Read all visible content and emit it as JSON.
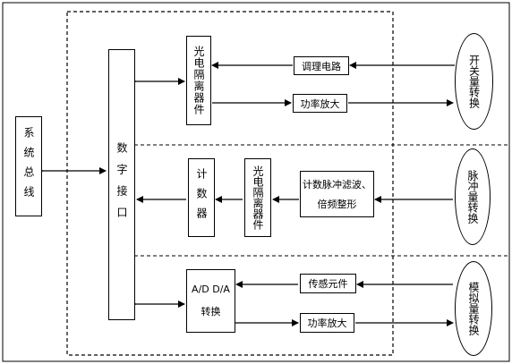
{
  "system_bus": "系统总线",
  "digital_interface": "数字接口",
  "top_section": {
    "optocoupler": "光电隔离器件",
    "regulator": "调理电路",
    "amplifier": "功率放大",
    "ellipse": "开关量转换"
  },
  "middle_section": {
    "counter": "计数器",
    "optocoupler": "光电隔离器件",
    "shaping_line1": "计数脉冲滤波、",
    "shaping_line2": "倍频整形",
    "ellipse": "脉冲量转换"
  },
  "bottom_section": {
    "converter_line1": "A/D D/A",
    "converter_line2": "转换",
    "sensor": "传感元件",
    "amplifier": "功率放大",
    "ellipse": "模拟量转换"
  }
}
